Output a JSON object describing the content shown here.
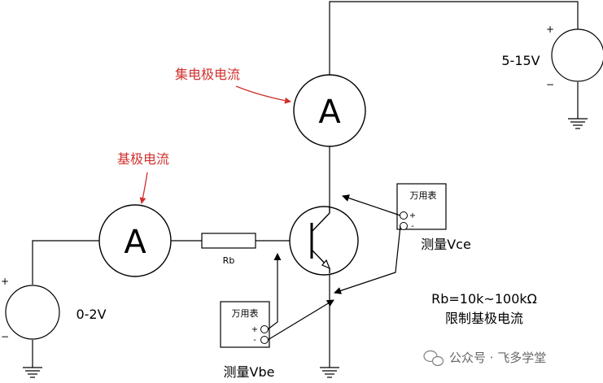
{
  "labels": {
    "collector_current": "集电极电流",
    "base_current": "基极电流",
    "ammeter_symbol": "A",
    "supply_collector": "5-15V",
    "supply_base": "0-2V",
    "resistor": "Rb",
    "plus": "+",
    "minus": "−",
    "minus_small": "-",
    "multimeter": "万用表",
    "measure_vce": "测量Vce",
    "measure_vbe": "测量Vbe",
    "rb_range": "Rb=10k~100kΩ",
    "rb_note": "限制基极电流",
    "watermark": "公众号 · 飞多学堂"
  },
  "colors": {
    "annotation": "#d0312d",
    "line": "#000000"
  },
  "icons": {
    "watermark_logo": "wechat-icon",
    "ground": "ground-icon"
  }
}
